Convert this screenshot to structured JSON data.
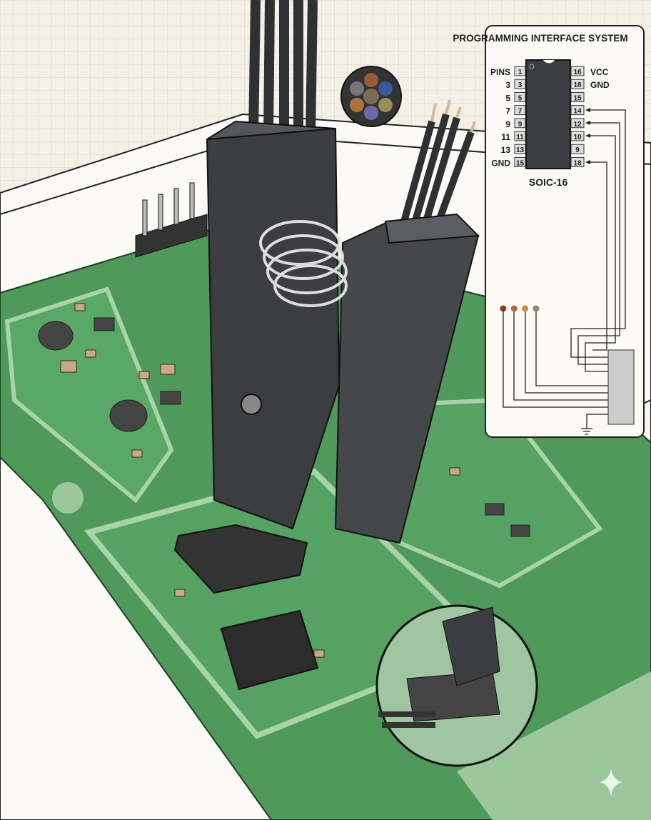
{
  "panel": {
    "title": "PROGRAMMING INTERFACE SYSTEM",
    "package_label": "SOIC-16",
    "left_labels": [
      "PINS",
      "3",
      "5",
      "7",
      "9",
      "11",
      "13",
      "GND"
    ],
    "left_pins": [
      "1",
      "3",
      "5",
      "7",
      "9",
      "11",
      "13",
      "15"
    ],
    "right_pins": [
      "16",
      "18",
      "15",
      "14",
      "12",
      "10",
      "9",
      "18"
    ],
    "right_labels": [
      "VCC",
      "GND",
      "",
      "",
      "",
      "",
      "",
      ""
    ]
  },
  "colors": {
    "background": "#f3f0e6",
    "pcb": "#4f9a5a",
    "pcb_light": "#9cc79c",
    "clip": "#3c3d40",
    "panel": "#fbfaf5",
    "wire_dots": [
      "#8a3a2a",
      "#b06a3a",
      "#c98a3a",
      "#8a8a70"
    ]
  }
}
